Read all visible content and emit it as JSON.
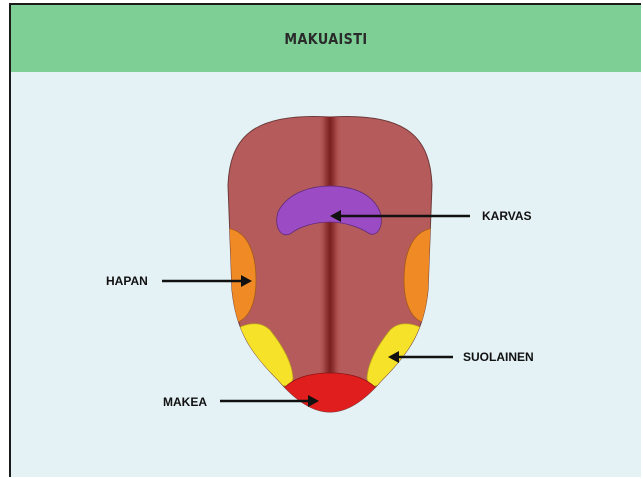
{
  "title": "MAKUAISTI",
  "colors": {
    "header": "#7dcf96",
    "background": "#e4f2f5",
    "tongue": "#b65b5b",
    "bitter_zone": "#9b4bc4",
    "sour_zone": "#f08a24",
    "salty_zone": "#f7e22a",
    "sweet_zone": "#e01e1e"
  },
  "labels": {
    "karvas": "KARVAS",
    "hapan": "HAPAN",
    "suolainen": "SUOLAINEN",
    "makea": "MAKEA"
  }
}
